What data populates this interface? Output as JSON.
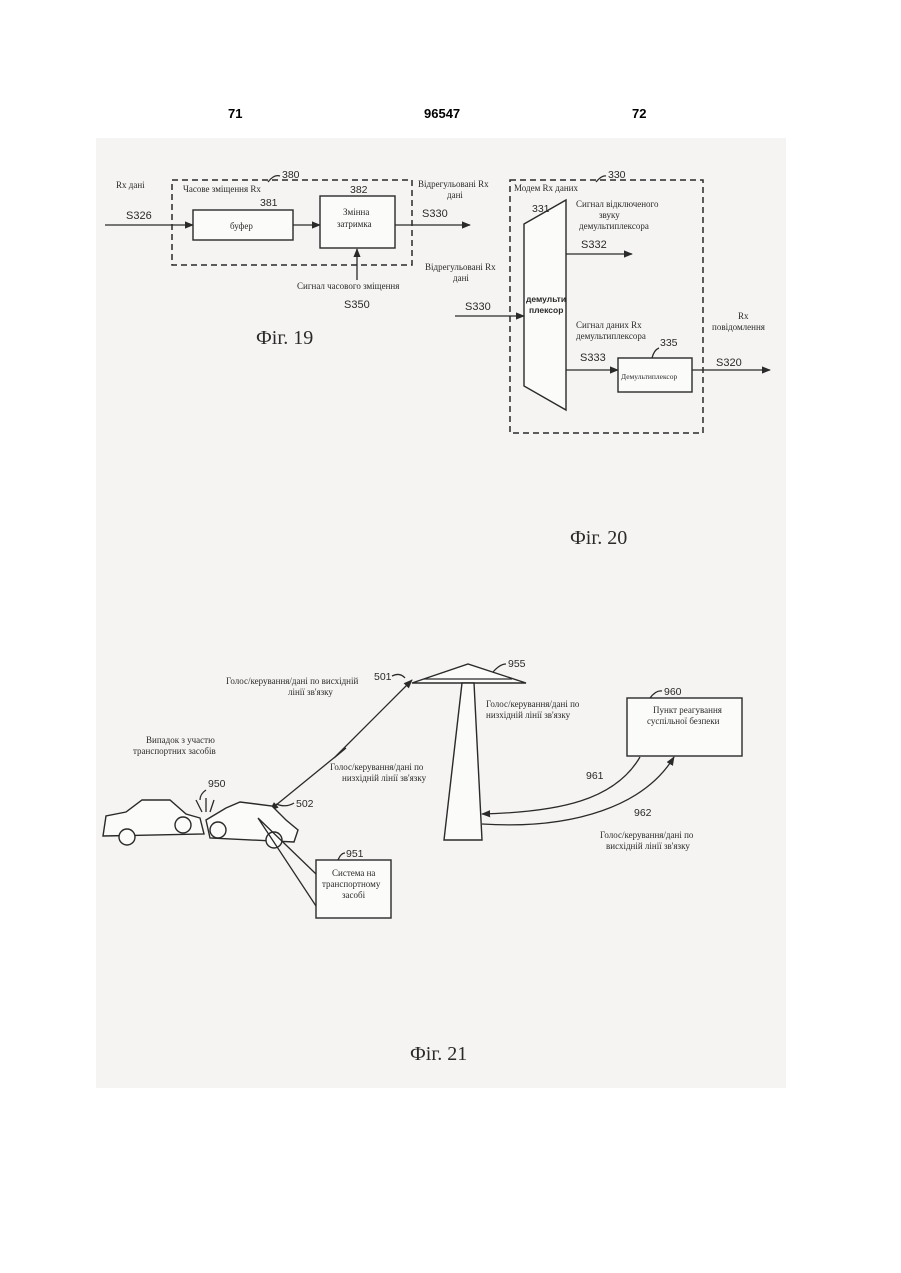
{
  "header": {
    "page_left": "71",
    "patent_number": "96547",
    "page_right": "72"
  },
  "fig19": {
    "caption": "Фіг. 19",
    "input_label": "Rx дані",
    "input_signal": "S326",
    "block_group_label": "Часове зміщення Rx",
    "block_group_ref": "380",
    "buffer_ref": "381",
    "buffer_label": "буфер",
    "delay_ref": "382",
    "delay_label_1": "Змінна",
    "delay_label_2": "затримка",
    "output_label_1": "Відрегульовані Rx",
    "output_label_2": "дані",
    "output_signal": "S330",
    "control_label": "Сигнал часового зміщення",
    "control_signal": "S350"
  },
  "fig20": {
    "caption": "Фіг. 20",
    "modem_label": "Модем Rx даних",
    "modem_ref": "330",
    "demux_ref": "331",
    "demux_label_1": "демульти",
    "demux_label_2": "плексор",
    "input_label_1": "Відрегульовані Rx",
    "input_label_2": "дані",
    "input_signal": "S330",
    "audio_label_1": "Сигнал відключеного",
    "audio_label_2": "звуку",
    "audio_label_3": "демультиплексора",
    "audio_signal": "S332",
    "data_label_1": "Сигнал даних Rx",
    "data_label_2": "демультиплексора",
    "data_signal": "S333",
    "demux2_ref": "335",
    "demux2_label": "Демультиплексор",
    "output_label_1": "Rx",
    "output_label_2": "повідомлення",
    "output_signal": "S320"
  },
  "fig21": {
    "caption": "Фіг. 21",
    "uplink_label_1": "Голос/керування/дані по висхідній",
    "uplink_label_2": "лінії зв'язку",
    "ref_501": "501",
    "ref_955": "955",
    "downlink_tower_1": "Голос/керування/дані по",
    "downlink_tower_2": "низхідній лінії зв'язку",
    "psap_ref": "960",
    "psap_label_1": "Пункт реагування",
    "psap_label_2": "суспільної безпеки",
    "accident_label_1": "Випадок з участю",
    "accident_label_2": "транспортних засобів",
    "downlink_car_1": "Голос/керування/дані по",
    "downlink_car_2": "низхідній лінії зв'язку",
    "ref_950": "950",
    "ref_502": "502",
    "ref_961": "961",
    "ref_962": "962",
    "uplink_psap_1": "Голос/керування/дані по",
    "uplink_psap_2": "висхідній лінії зв'язку",
    "ivs_ref": "951",
    "ivs_label_1": "Система на",
    "ivs_label_2": "транспортному",
    "ivs_label_3": "засобі"
  }
}
